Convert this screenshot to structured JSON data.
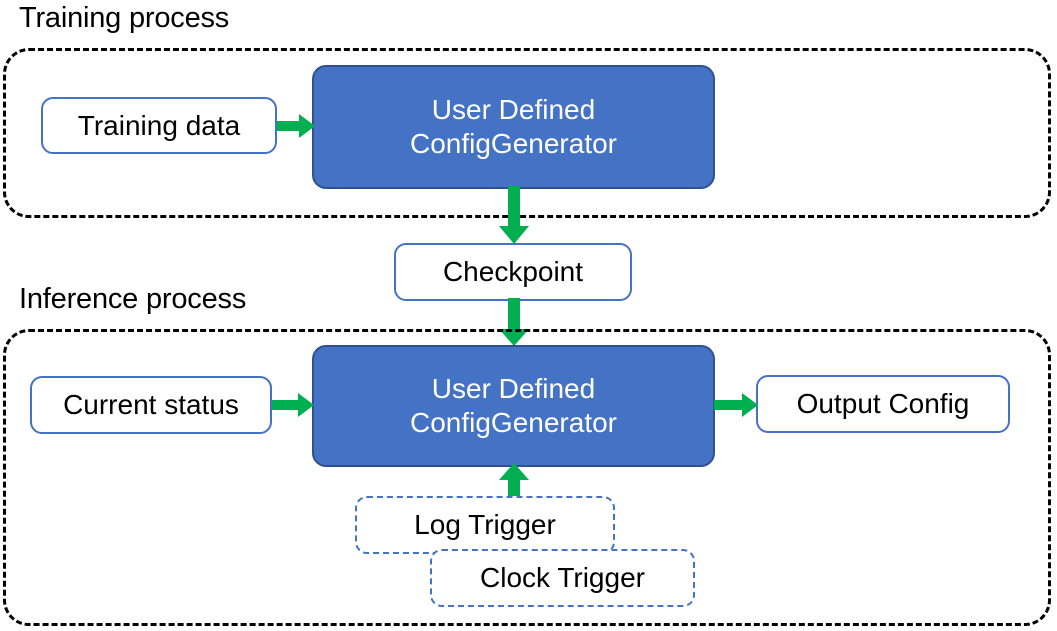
{
  "diagram": {
    "title_training": "Training process",
    "title_inference": "Inference process",
    "colors": {
      "process_fill": "#4472C4",
      "process_border": "#2F528F",
      "data_border": "#4472C4",
      "trigger_border": "#4472C4",
      "arrow": "#00B050",
      "group_border": "#000000",
      "text_dark": "#000000",
      "text_light": "#FFFFFF"
    },
    "training": {
      "group_label": "Training process",
      "nodes": {
        "training_data": "Training data",
        "process": "User Defined ConfigGenerator",
        "process_line1": "User Defined",
        "process_line2": "ConfigGenerator"
      }
    },
    "checkpoint": {
      "label": "Checkpoint"
    },
    "inference": {
      "group_label": "Inference process",
      "nodes": {
        "current_status": "Current status",
        "process_line1": "User Defined",
        "process_line2": "ConfigGenerator",
        "output_config": "Output Config",
        "log_trigger": "Log Trigger",
        "clock_trigger": "Clock Trigger"
      }
    },
    "edges": [
      {
        "name": "training-data-to-process",
        "from": "Training data",
        "to": "User Defined ConfigGenerator",
        "direction": "right"
      },
      {
        "name": "process-to-checkpoint",
        "from": "User Defined ConfigGenerator",
        "to": "Checkpoint",
        "direction": "down"
      },
      {
        "name": "checkpoint-to-process",
        "from": "Checkpoint",
        "to": "User Defined ConfigGenerator",
        "direction": "down"
      },
      {
        "name": "status-to-process",
        "from": "Current status",
        "to": "User Defined ConfigGenerator",
        "direction": "right"
      },
      {
        "name": "process-to-output",
        "from": "User Defined ConfigGenerator",
        "to": "Output Config",
        "direction": "right"
      },
      {
        "name": "trigger-to-process",
        "from": "Log Trigger / Clock Trigger",
        "to": "User Defined ConfigGenerator",
        "direction": "up"
      }
    ]
  }
}
